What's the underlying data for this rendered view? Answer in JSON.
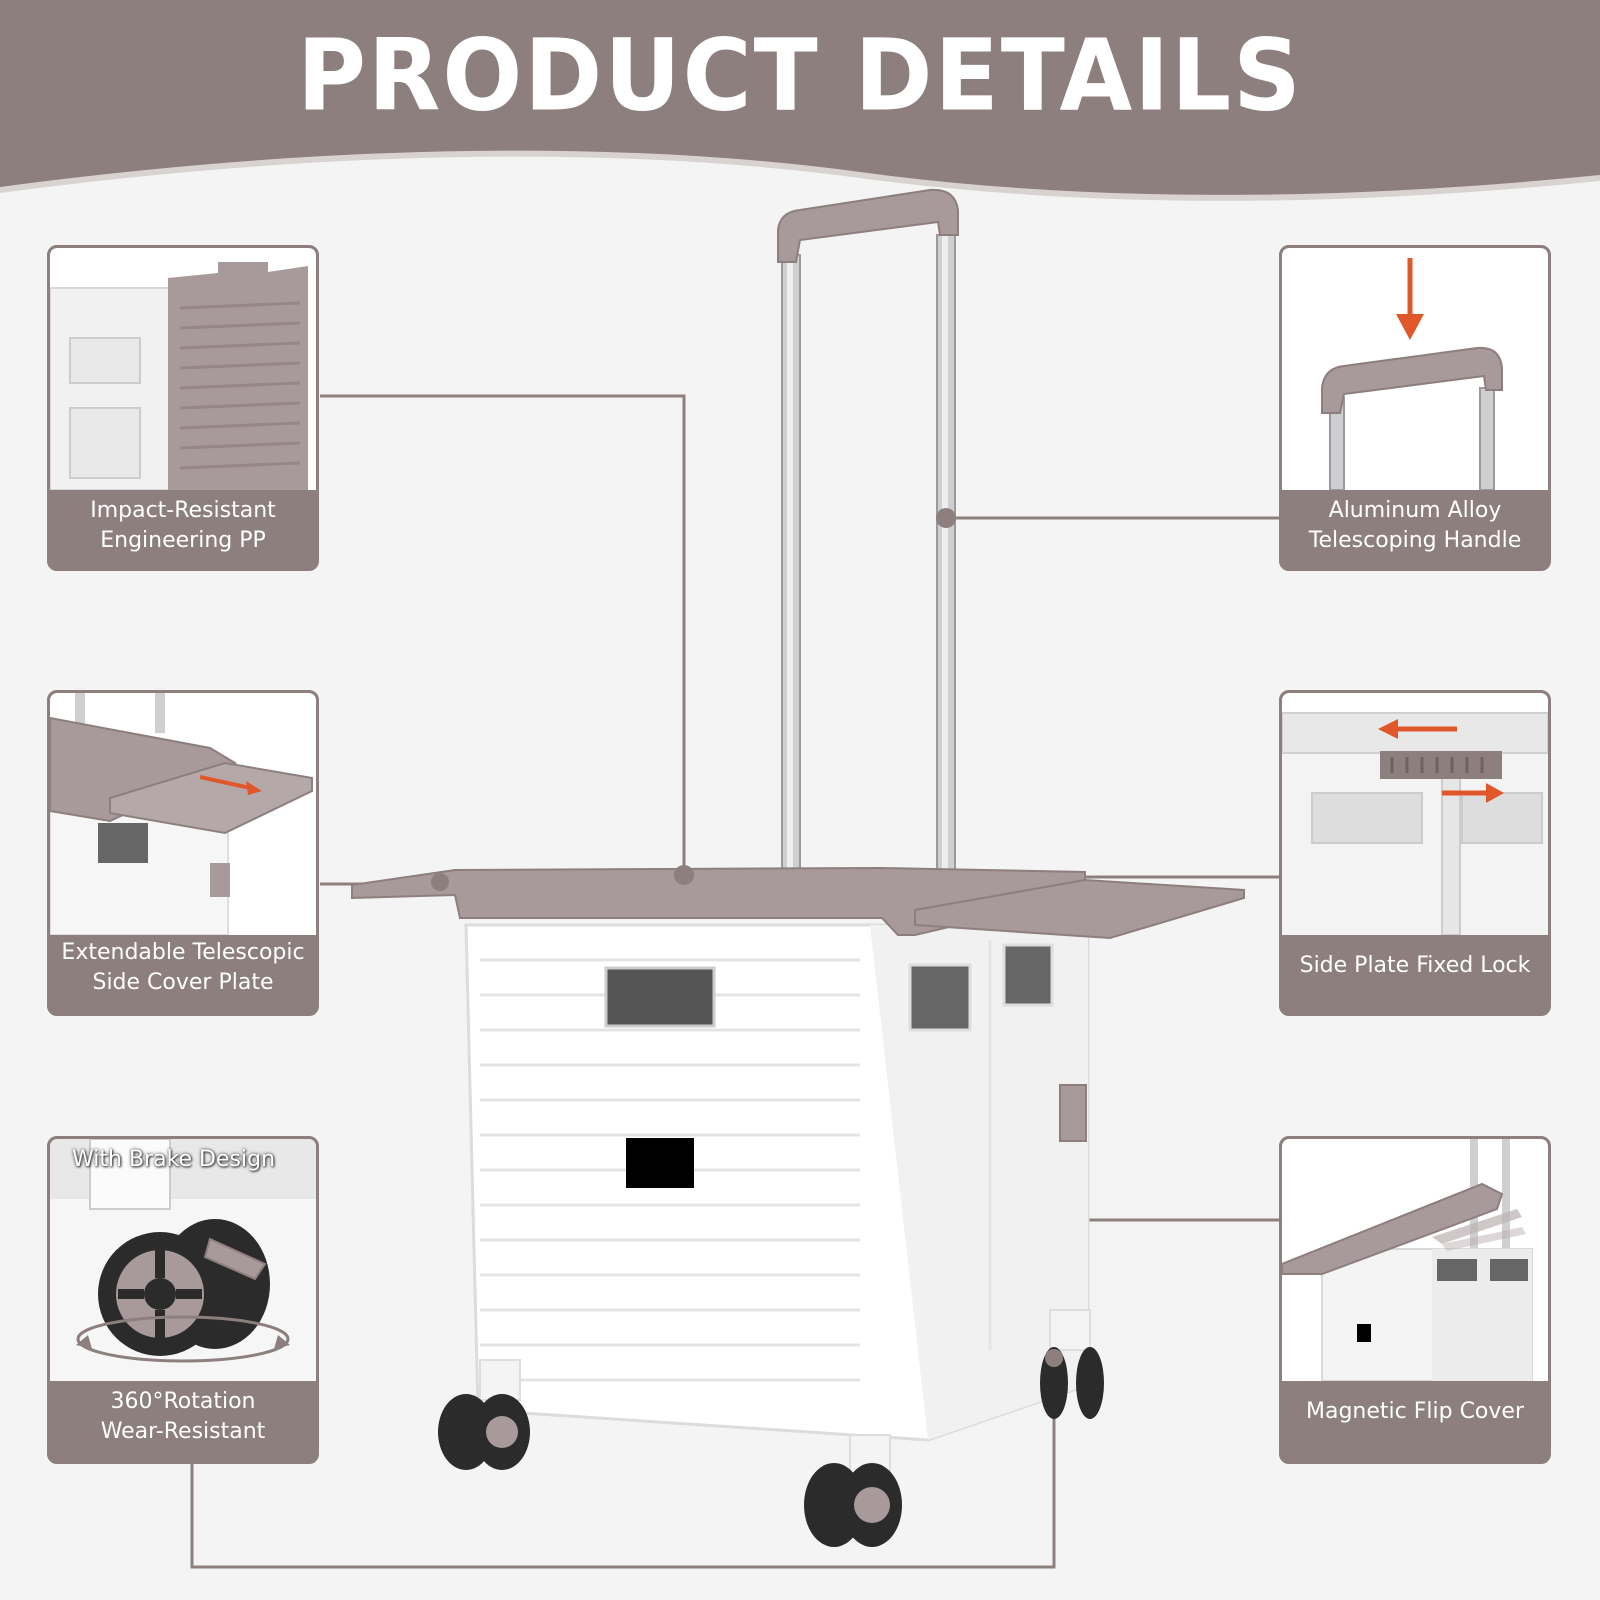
{
  "header": {
    "title": "PRODUCT DETAILS"
  },
  "features": [
    {
      "line1": "Impact-Resistant",
      "line2": "Engineering PP",
      "icon": "storage-box-closeup"
    },
    {
      "line1": "Extendable Telescopic",
      "line2": "Side Cover Plate",
      "icon": "side-plate-extension"
    },
    {
      "line1": "360°Rotation",
      "line2": "Wear-Resistant",
      "overlay": "With Brake Design",
      "icon": "wheel-with-brake"
    },
    {
      "line1": "Aluminum Alloy",
      "line2": "Telescoping Handle",
      "icon": "telescoping-handle"
    },
    {
      "line1": "Side Plate Fixed Lock",
      "line2": "",
      "icon": "side-plate-lock"
    },
    {
      "line1": "Magnetic Flip Cover",
      "line2": "",
      "icon": "flip-cover"
    }
  ],
  "colors": {
    "brand_taupe": "#8c7f7d",
    "lid_taupe": "#a8999a",
    "arrow_orange": "#e0572a",
    "background": "#f4f4f4",
    "cart_white": "#ffffff"
  }
}
